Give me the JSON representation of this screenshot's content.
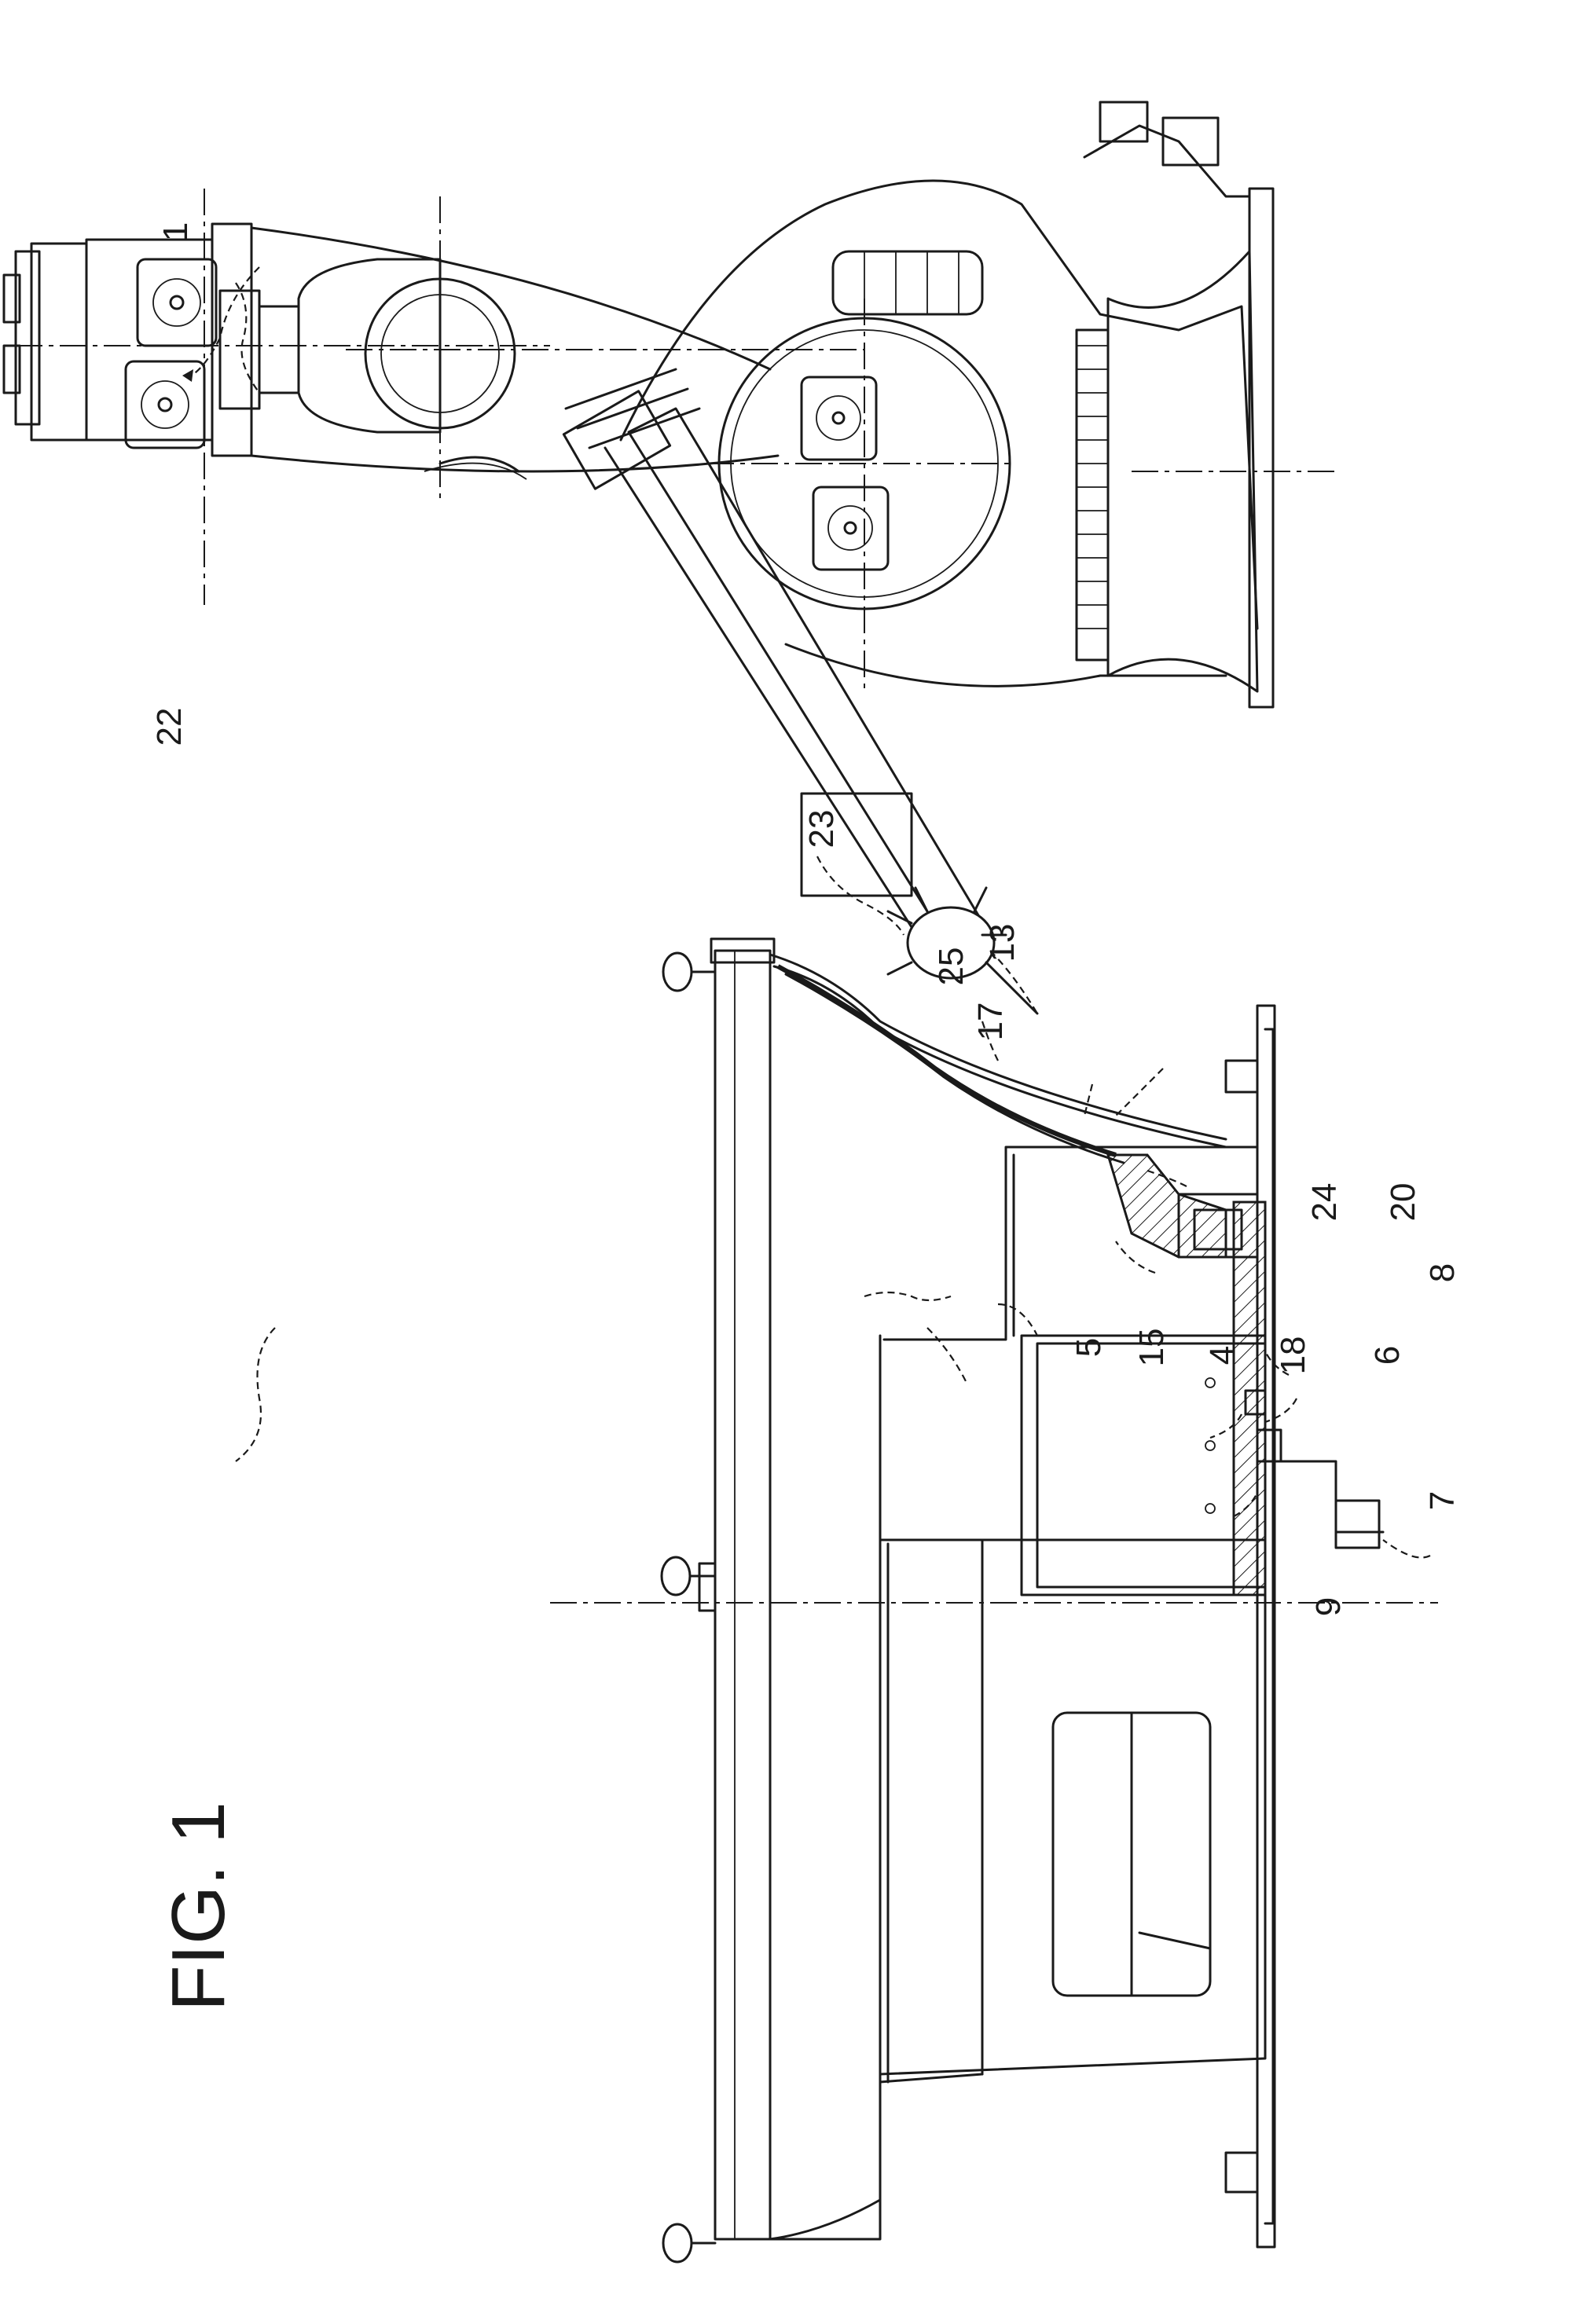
{
  "figure": {
    "title": "FIG. 1",
    "labels": {
      "robot_system": "1",
      "shell": "4",
      "tank": "5",
      "sensor": "6",
      "control_unit": "7",
      "mold": "8",
      "axis": "9",
      "upper_edge": "13",
      "lower_edge": "15",
      "wall": "17",
      "base_ring": "18",
      "support": "20",
      "robot_wrist": "22",
      "tool_head": "23",
      "nozzle": "24",
      "jet": "25"
    }
  }
}
